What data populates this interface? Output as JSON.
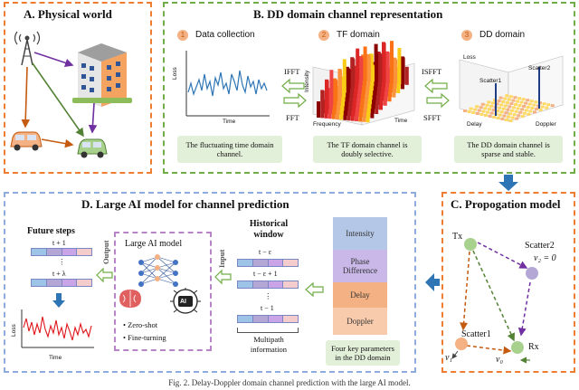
{
  "panel_a": {
    "title": "A. Physical world"
  },
  "panel_b": {
    "title": "B. DD domain channel representation",
    "steps": [
      {
        "num": "1",
        "title": "Data collection",
        "caption": "The fluctuating time domain channel."
      },
      {
        "num": "2",
        "title": "TF domain",
        "caption": "The TF domain channel is doubly selective."
      },
      {
        "num": "3",
        "title": "DD domain",
        "caption": "The DD domain channel is sparse and stable."
      }
    ],
    "arrow_ifft": "IFFT",
    "arrow_fft": "FFT",
    "arrow_isfft": "ISFFT",
    "arrow_sfft": "SFFT",
    "plot1": {
      "ylabel": "Loss",
      "xlabel": "Time"
    },
    "plot2": {
      "ylabel": "Intensity",
      "xlabel1": "Frequency",
      "xlabel2": "Time"
    },
    "plot3": {
      "ylabel": "Loss",
      "xlabel1": "Delay",
      "xlabel2": "Doppler",
      "annot1": "Scatter1",
      "annot2": "Scatter2"
    }
  },
  "panel_c": {
    "title": "C. Propogation model",
    "tx": "Tx",
    "rx": "Rx",
    "scatter1": "Scatter1",
    "scatter2": "Scatter2",
    "v2": "v₂ = 0",
    "v1": "v₁",
    "v0": "v₀"
  },
  "panel_d": {
    "title": "D. Large AI model for channel prediction",
    "future_steps": "Future steps",
    "t_plus_1": "t + 1",
    "t_plus_lambda": "t + λ",
    "output": "Output",
    "input": "Input",
    "model_title": "Large AI model",
    "ai_chip": "AI",
    "bullets": [
      "Zero-shot",
      "Fine-turning"
    ],
    "historical_title": "Historical window",
    "t_minus_eps": "t − ε",
    "t_minus_eps_plus_1": "t − ε + 1",
    "t_minus_1": "t − 1",
    "multipath": "Multipath information",
    "plot_ylabel": "Loss",
    "plot_xlabel": "Time",
    "params": [
      "Intensity",
      "Phase Difference",
      "Delay",
      "Doppler"
    ],
    "params_caption": "Four key parameters in the DD domain"
  },
  "figure_caption": "Fig. 2. Delay-Doppler domain channel prediction with the large AI model.",
  "colors": {
    "panel_a_border": "#ed7d31",
    "panel_b_border": "#70ad47",
    "panel_c_border": "#ed7d31",
    "panel_d_border": "#8faadc",
    "arrow_blue": "#2e75b6",
    "arrow_green": "#70ad47",
    "tx_green": "#a9d18e",
    "scatter2_purple": "#b4a7d6",
    "scatter1_orange": "#f4b183"
  }
}
